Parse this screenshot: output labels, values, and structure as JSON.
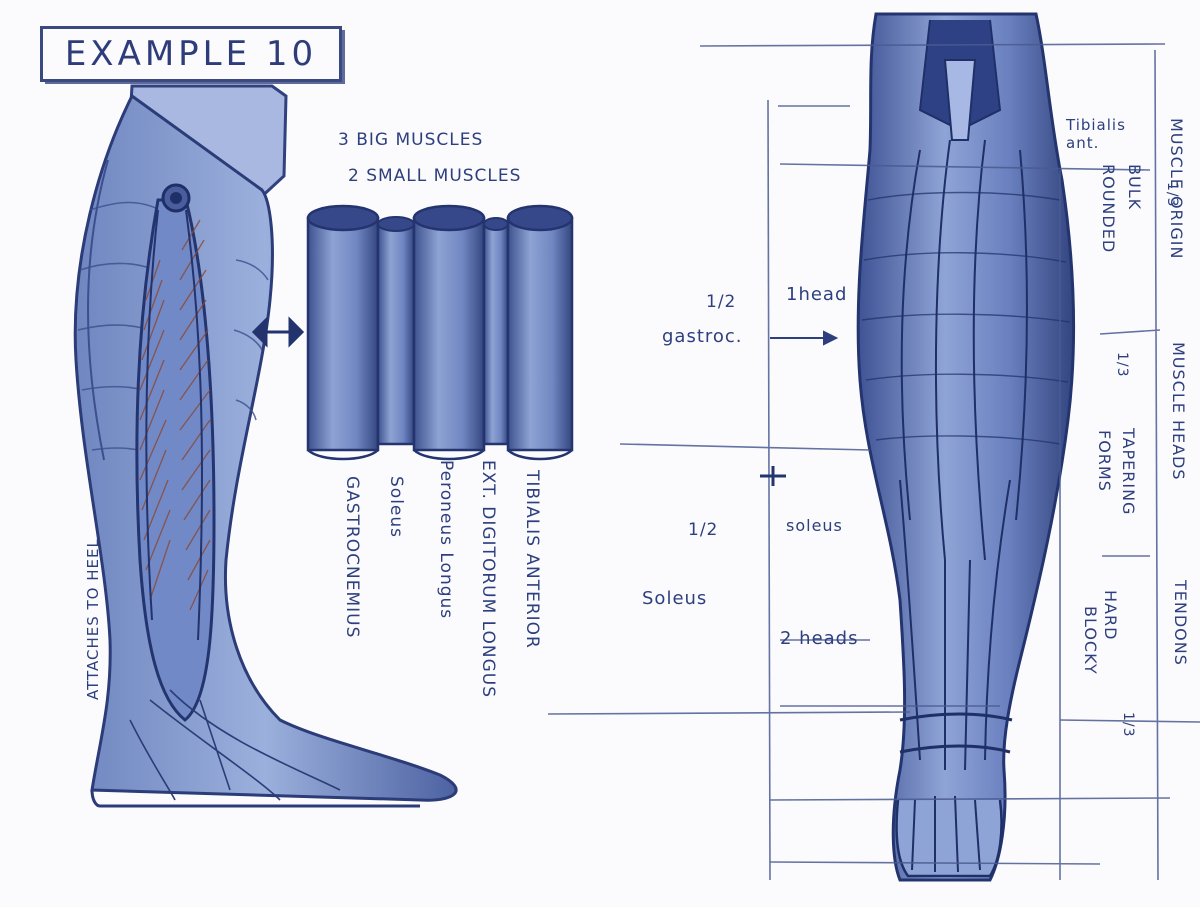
{
  "title": "EXAMPLE 10",
  "header_lines": [
    "3 BIG MUSCLES",
    "2 SMALL MUSCLES"
  ],
  "muscle_labels": [
    "GASTROCNEMIUS",
    "Soleus",
    "Peroneus Longus",
    "EXT. DIGITORUM LONGUS",
    "TIBIALIS ANTERIOR"
  ],
  "side_note": "ATTACHES TO HEEL",
  "right": {
    "top_label": "Tibialis ant.",
    "half_gastroc": "1/2",
    "gastroc": "gastroc.",
    "one_head": "1head",
    "soleus_small": "soleus",
    "half_soleus": "1/2",
    "soleus": "Soleus",
    "two_heads": "2 heads",
    "right_columns": [
      {
        "third": "1/3",
        "text": "MUSCLE ORIGIN",
        "sub1": "BULK",
        "sub2": "ROUNDED"
      },
      {
        "third": "1/3",
        "text": "MUSCLE HEADS",
        "sub1": "TAPERING",
        "sub2": "FORMS"
      },
      {
        "third": "1/3",
        "text": "TENDONS",
        "sub1": "HARD",
        "sub2": "BLOCKY"
      }
    ]
  },
  "colors": {
    "skin": "#8fa4d2",
    "shadow": "#3c4f8e",
    "ink": "#2d3f7e",
    "muscle_red": "#8a4a3a"
  }
}
